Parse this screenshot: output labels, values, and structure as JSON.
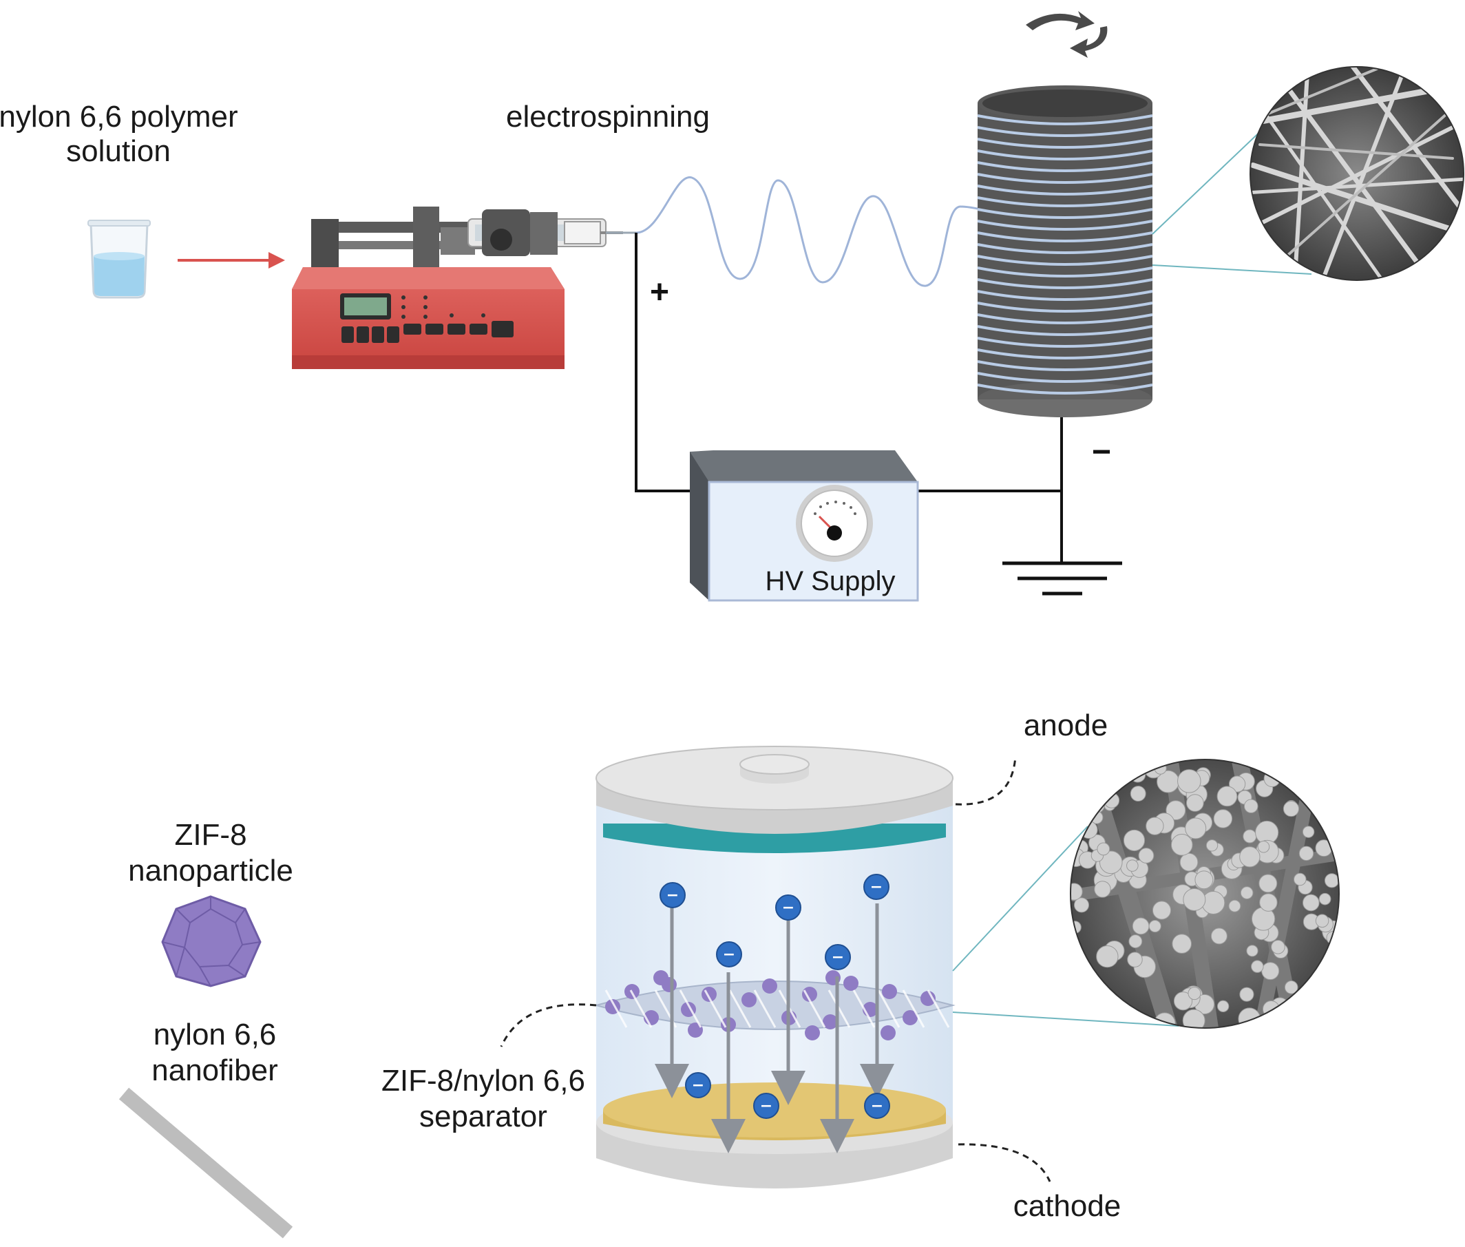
{
  "labels": {
    "polymer_solution_line1": "nylon 6,6 polymer",
    "polymer_solution_line2": "solution",
    "electrospinning": "electrospinning",
    "positive_sign": "+",
    "negative_sign": "−",
    "hv_supply": "HV Supply",
    "anode": "anode",
    "cathode": "cathode",
    "zif8_line1": "ZIF-8",
    "zif8_line2": "nanoparticle",
    "nanofiber_line1": "nylon 6,6",
    "nanofiber_line2": "nanofiber",
    "separator_line1": "ZIF-8/nylon 6,6",
    "separator_line2": "separator",
    "ion_sign": "−"
  },
  "colors": {
    "pump_body": "#d9534f",
    "pump_dark": "#b83c39",
    "pump_screen": "#7fa98c",
    "fiber": "#9fb4d8",
    "collector": "#4a4a4a",
    "ion": "#2f6fc4",
    "zif8": "#8f7cc4",
    "anode_band": "#2e9ea4",
    "cathode_disc": "#e3c673",
    "cell_cap": "#d9d9d9",
    "arrow_red": "#d9534f",
    "zoom_line": "#6fb6bf"
  }
}
